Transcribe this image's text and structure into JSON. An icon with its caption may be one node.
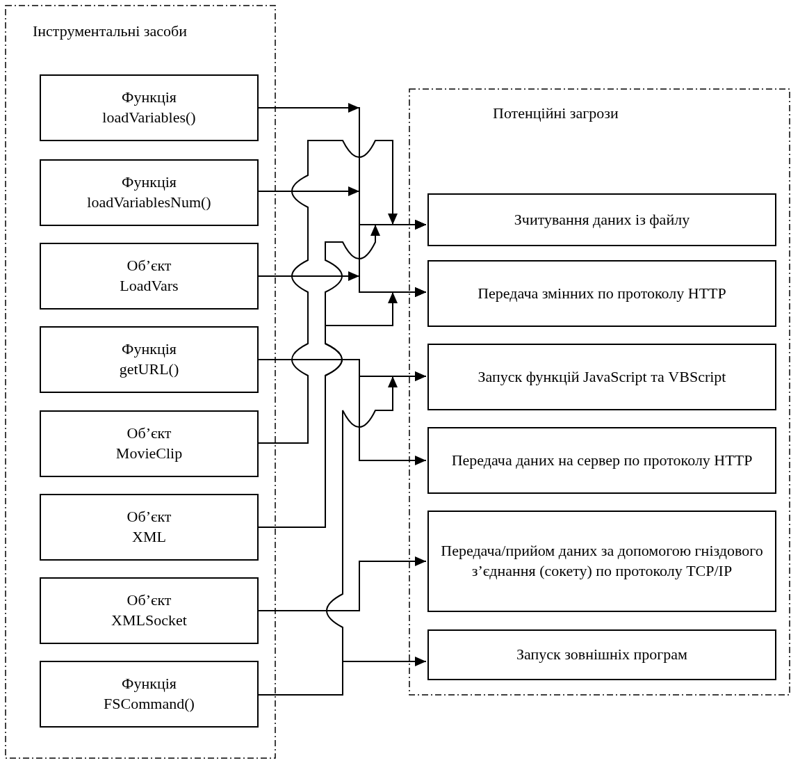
{
  "diagram": {
    "nodes": [
      {
        "text": [
          "Інструментальні засоби"
        ]
      },
      {
        "text": [
          "Функція",
          "loadVariables()"
        ],
        "in": 0
      },
      {
        "text": [
          "Функція",
          "loadVariablesNum()"
        ],
        "in": 0
      },
      {
        "text": [
          "Об’єкт",
          "LoadVars"
        ],
        "in": 0
      },
      {
        "text": [
          "Функція",
          "getURL()"
        ],
        "in": 0
      },
      {
        "text": [
          "Об’єкт",
          "MovieClip"
        ],
        "in": 0
      },
      {
        "text": [
          "Об’єкт",
          "XML"
        ],
        "in": 0
      },
      {
        "text": [
          "Об’єкт",
          "XMLSocket"
        ],
        "in": 0
      },
      {
        "text": [
          "Функція",
          "FSCommand()"
        ],
        "in": 0
      },
      {
        "text": [
          "Потенційні загрози"
        ]
      },
      {
        "text": [
          "Зчитування даних із файлу"
        ],
        "in": 9
      },
      {
        "text": [
          "Передача змінних по протоколу HTTP"
        ],
        "in": 9
      },
      {
        "text": [
          "Запуск функцій JavaScript та VBScript"
        ],
        "in": 9
      },
      {
        "text": [
          "Передача даних на сервер по протоколу HTTP"
        ],
        "in": 9
      },
      {
        "text": [
          "Передача/прийом даних за допомогою гніздового з’єднання (сокету) по протоколу TCP/IP"
        ],
        "in": 9
      },
      {
        "text": [
          "Запуск зовнішніх програм"
        ],
        "in": 9
      }
    ],
    "edges": [
      {
        "from": 1,
        "to": 10,
        "arrow": "to"
      },
      {
        "from": 1,
        "to": 11,
        "arrow": "to"
      },
      {
        "from": 2,
        "to": 10,
        "arrow": "to"
      },
      {
        "from": 2,
        "to": 11,
        "arrow": "to"
      },
      {
        "from": 3,
        "to": 10,
        "arrow": "to"
      },
      {
        "from": 3,
        "to": 11,
        "arrow": "to"
      },
      {
        "from": 4,
        "to": 12,
        "arrow": "to"
      },
      {
        "from": 4,
        "to": 13,
        "arrow": "to"
      },
      {
        "from": 5,
        "to": 10,
        "arrow": "to"
      },
      {
        "from": 6,
        "to": 10,
        "arrow": "to"
      },
      {
        "from": 6,
        "to": 11,
        "arrow": "to"
      },
      {
        "from": 7,
        "to": 14,
        "arrow": "to"
      },
      {
        "from": 8,
        "to": 12,
        "arrow": "to"
      },
      {
        "from": 8,
        "to": 15,
        "arrow": "to"
      }
    ]
  }
}
